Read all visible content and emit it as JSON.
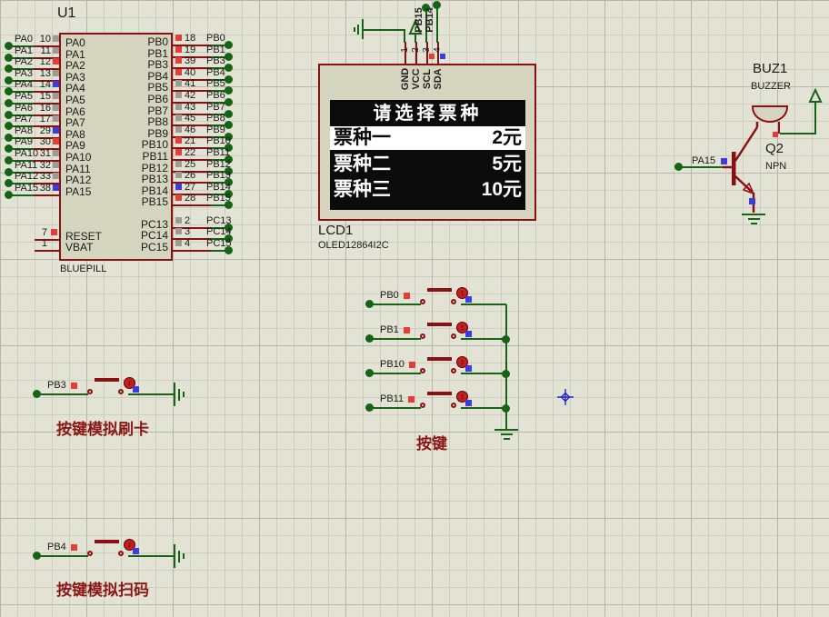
{
  "chip": {
    "ref": "U1",
    "model": "BLUEPILL",
    "left_pins": [
      {
        "name": "PA0",
        "num": "10",
        "state": "gray"
      },
      {
        "name": "PA1",
        "num": "11",
        "state": "gray"
      },
      {
        "name": "PA2",
        "num": "12",
        "state": "red"
      },
      {
        "name": "PA3",
        "num": "13",
        "state": "gray"
      },
      {
        "name": "PA4",
        "num": "14",
        "state": "blue"
      },
      {
        "name": "PA5",
        "num": "15",
        "state": "gray"
      },
      {
        "name": "PA6",
        "num": "16",
        "state": "gray"
      },
      {
        "name": "PA7",
        "num": "17",
        "state": "gray"
      },
      {
        "name": "PA8",
        "num": "29",
        "state": "blue"
      },
      {
        "name": "PA9",
        "num": "30",
        "state": "red"
      },
      {
        "name": "PA10",
        "num": "31",
        "state": "gray"
      },
      {
        "name": "PA11",
        "num": "32",
        "state": "gray"
      },
      {
        "name": "PA12",
        "num": "33",
        "state": "gray"
      },
      {
        "name": "PA15",
        "num": "38",
        "state": "blue"
      }
    ],
    "power_pins": [
      {
        "name": "RESET",
        "num": "7",
        "state": "red"
      },
      {
        "name": "VBAT",
        "num": "1",
        "state": "none"
      }
    ],
    "right_pins": [
      {
        "name": "PB0",
        "num": "18",
        "state": "red"
      },
      {
        "name": "PB1",
        "num": "19",
        "state": "red"
      },
      {
        "name": "PB3",
        "num": "39",
        "state": "red"
      },
      {
        "name": "PB4",
        "num": "40",
        "state": "red"
      },
      {
        "name": "PB5",
        "num": "41",
        "state": "gray"
      },
      {
        "name": "PB6",
        "num": "42",
        "state": "gray"
      },
      {
        "name": "PB7",
        "num": "43",
        "state": "gray"
      },
      {
        "name": "PB8",
        "num": "45",
        "state": "gray"
      },
      {
        "name": "PB9",
        "num": "46",
        "state": "gray"
      },
      {
        "name": "PB10",
        "num": "21",
        "state": "red"
      },
      {
        "name": "PB11",
        "num": "22",
        "state": "red"
      },
      {
        "name": "PB12",
        "num": "25",
        "state": "gray"
      },
      {
        "name": "PB13",
        "num": "26",
        "state": "gray"
      },
      {
        "name": "PB14",
        "num": "27",
        "state": "blue"
      },
      {
        "name": "PB15",
        "num": "28",
        "state": "red"
      }
    ],
    "right_pins_pc": [
      {
        "name": "PC13",
        "num": "2",
        "state": "gray"
      },
      {
        "name": "PC14",
        "num": "3",
        "state": "gray"
      },
      {
        "name": "PC15",
        "num": "4",
        "state": "gray"
      }
    ]
  },
  "lcd": {
    "ref": "LCD1",
    "model": "OLED12864I2C",
    "pins": [
      {
        "num": "1",
        "name": "GND",
        "state": "none"
      },
      {
        "num": "2",
        "name": "VCC",
        "state": "none"
      },
      {
        "num": "3",
        "name": "SCL",
        "state": "red"
      },
      {
        "num": "4",
        "name": "SDA",
        "state": "blue"
      }
    ],
    "nets": [
      "PB15",
      "PB14"
    ],
    "screen": {
      "title": "请选择票种",
      "rows": [
        {
          "item": "票种一",
          "price": "2元",
          "selected": true
        },
        {
          "item": "票种二",
          "price": "5元",
          "selected": false
        },
        {
          "item": "票种三",
          "price": "10元",
          "selected": false
        }
      ]
    }
  },
  "buzzer": {
    "ref": "BUZ1",
    "model": "BUZZER",
    "transistor_ref": "Q2",
    "transistor_type": "NPN",
    "net": "PA15"
  },
  "keypad": {
    "caption": "按键",
    "buttons": [
      {
        "net": "PB0"
      },
      {
        "net": "PB1"
      },
      {
        "net": "PB10"
      },
      {
        "net": "PB11"
      }
    ]
  },
  "swipe_key": {
    "net": "PB3",
    "caption": "按键模拟刷卡"
  },
  "scan_key": {
    "net": "PB4",
    "caption": "按键模拟扫码"
  },
  "colors": {
    "canvas_bg": "#e3e3d5",
    "grid_minor": "#cdcdbf",
    "grid_major": "#b6b6a8",
    "wire": "#156315",
    "component": "#8a1111",
    "chip_fill": "#d5d5bf",
    "indicator_red": "#e43e38",
    "indicator_blue": "#3c3ce0",
    "indicator_gray": "#9c9c94",
    "caption": "#8b1616",
    "screen_bg": "#0b0b0b",
    "screen_fg": "#ffffff",
    "actuator": "#c21f1f",
    "origin_marker": "#2323cc"
  }
}
